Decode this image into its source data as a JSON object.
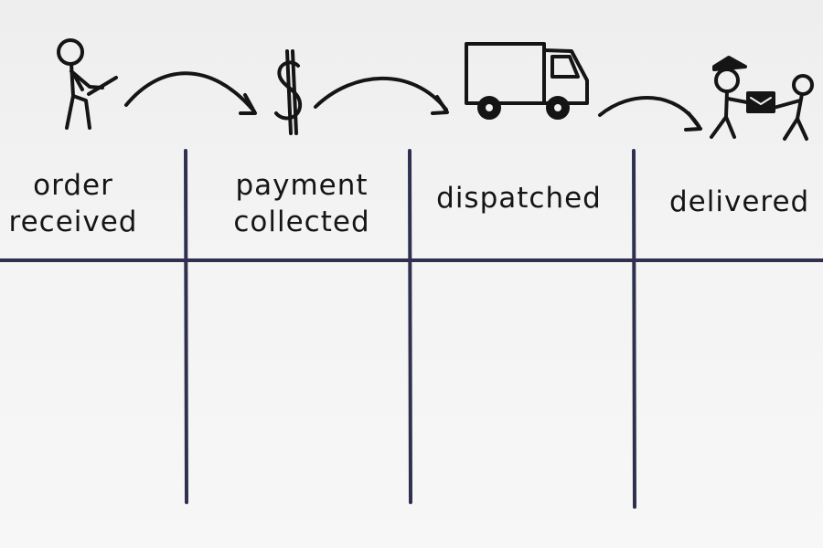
{
  "stages": [
    {
      "lines": [
        "order",
        "received"
      ],
      "icon": "person-with-laptop-icon"
    },
    {
      "lines": [
        "payment",
        "collected"
      ],
      "icon": "dollar-sign-icon"
    },
    {
      "lines": [
        "dispatched"
      ],
      "icon": "delivery-van-icon"
    },
    {
      "lines": [
        "delivered"
      ],
      "icon": "courier-handing-parcel-icon"
    }
  ],
  "colors": {
    "ink": "#151515",
    "divider": "#2f3050",
    "background": "#f1f1f1"
  }
}
